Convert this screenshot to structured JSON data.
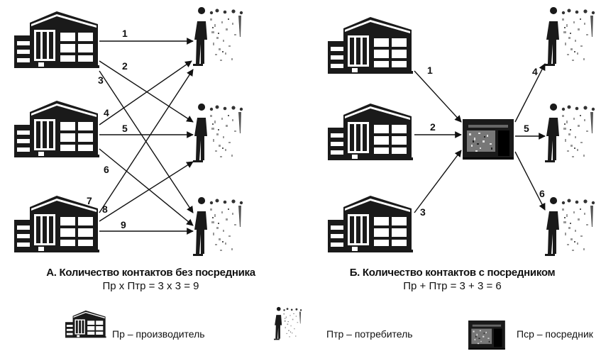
{
  "panel_a": {
    "title": "А. Количество контактов без посредника",
    "formula": "Пр x Птр = 3 x 3 = 9",
    "arrow_numbers": [
      "1",
      "2",
      "3",
      "4",
      "5",
      "6",
      "7",
      "8",
      "9"
    ]
  },
  "panel_b": {
    "title": "Б. Количество контактов с посредником",
    "formula": "Пр + Птр = 3 + 3 = 6",
    "arrow_numbers": [
      "1",
      "2",
      "3",
      "4",
      "5",
      "6"
    ]
  },
  "legend": {
    "producer": "Пр – производитель",
    "consumer": "Птр – потребитель",
    "intermediary": "Пср – посредник"
  }
}
